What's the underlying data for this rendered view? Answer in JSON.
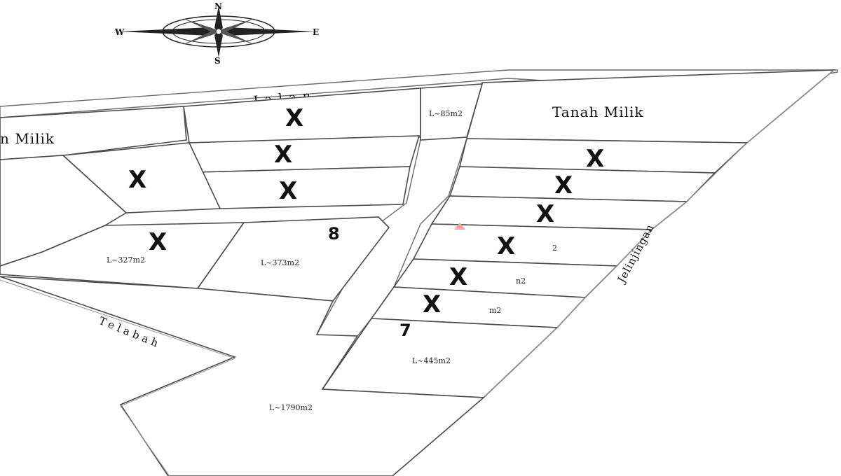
{
  "compass": {
    "n": "N",
    "s": "S",
    "e": "E",
    "w": "W"
  },
  "labels": {
    "jalan": "Jalan",
    "tanah_milik_right": "Tanah Milik",
    "tanah_milik_left": "n Milik",
    "telabah": "Telabah",
    "jelinjingan": "Jelinjingan"
  },
  "areas": {
    "a85": "L~85m2",
    "a327": "L~327m2",
    "a373": "L~373m2",
    "a445": "L~445m2",
    "a1790": "L~1790m2",
    "frag2": "2",
    "frag_n2": "n2",
    "frag_m2": "m2"
  },
  "lot_numbers": {
    "eight": "8",
    "seven": "7"
  },
  "mark": "X",
  "marker_color": "#f4a3a3"
}
